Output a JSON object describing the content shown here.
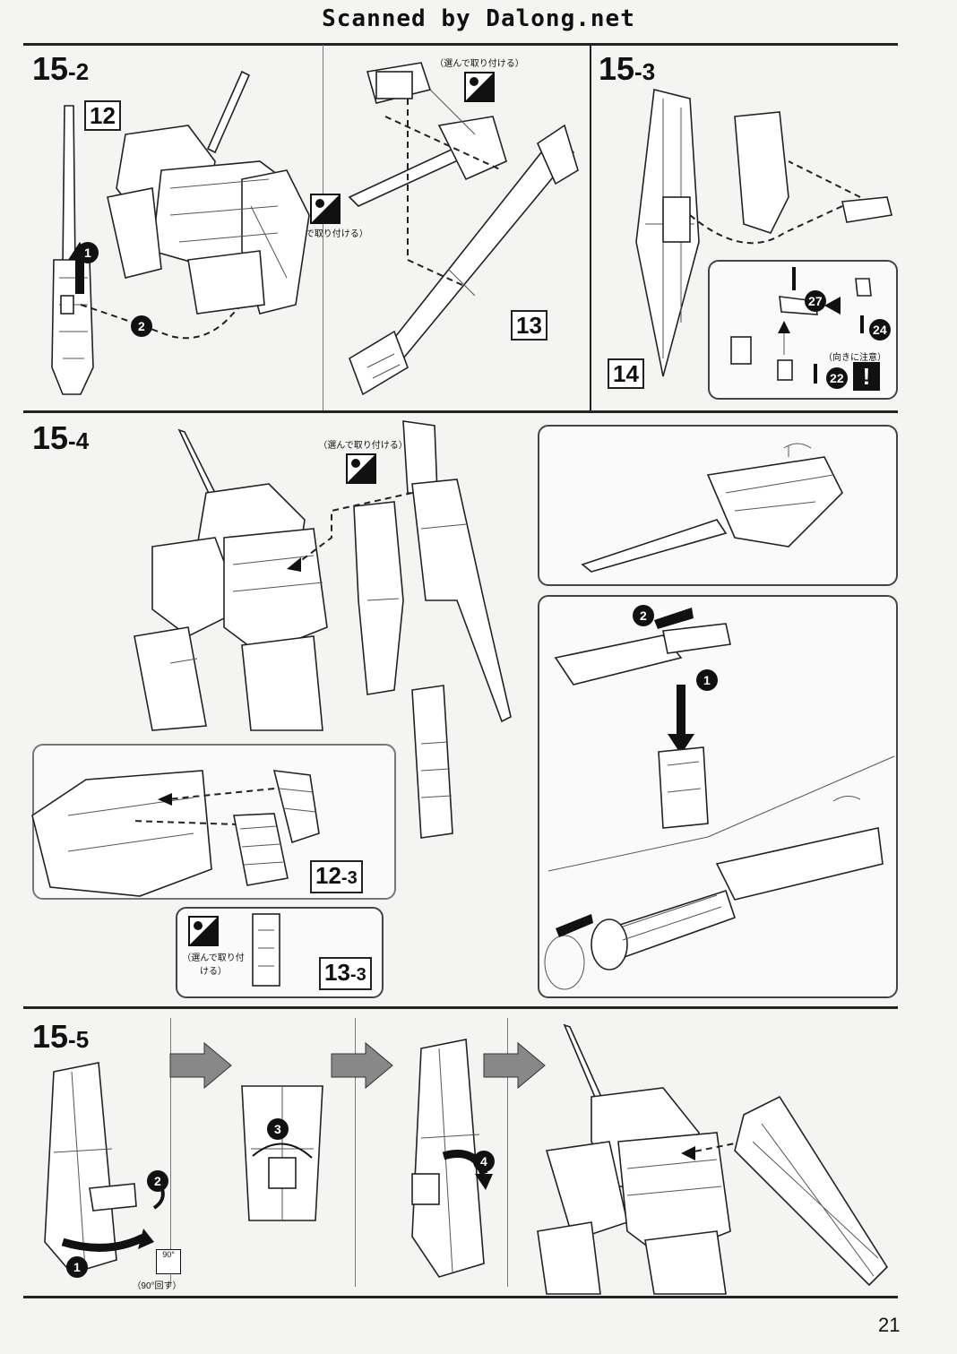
{
  "header": {
    "scan_credit": "Scanned by Dalong.net"
  },
  "page_number": "21",
  "pick_note": "（選んで取り付ける）",
  "attention_note": "（向きに注意）",
  "rotate_note": "（90°回す）",
  "rotate_badge": "90°",
  "sections": {
    "s15_2": {
      "major": "15",
      "minor": "-2",
      "parts": [
        "12",
        "13"
      ],
      "arrows": [
        "1",
        "2"
      ]
    },
    "s15_3": {
      "major": "15",
      "minor": "-3",
      "parts": [
        "14"
      ],
      "runner_parts": [
        "27",
        "24",
        "22"
      ]
    },
    "s15_4": {
      "major": "15",
      "minor": "-4",
      "parts": [
        "12",
        "13"
      ],
      "part_subs": [
        "-3",
        "-3"
      ],
      "arrows": [
        "2",
        "1"
      ]
    },
    "s15_5": {
      "major": "15",
      "minor": "-5",
      "arrows": [
        "2",
        "1",
        "3",
        "4"
      ]
    }
  },
  "icons": [
    "pick-icon",
    "arrow-icon",
    "exclamation-icon",
    "rotate-icon"
  ]
}
